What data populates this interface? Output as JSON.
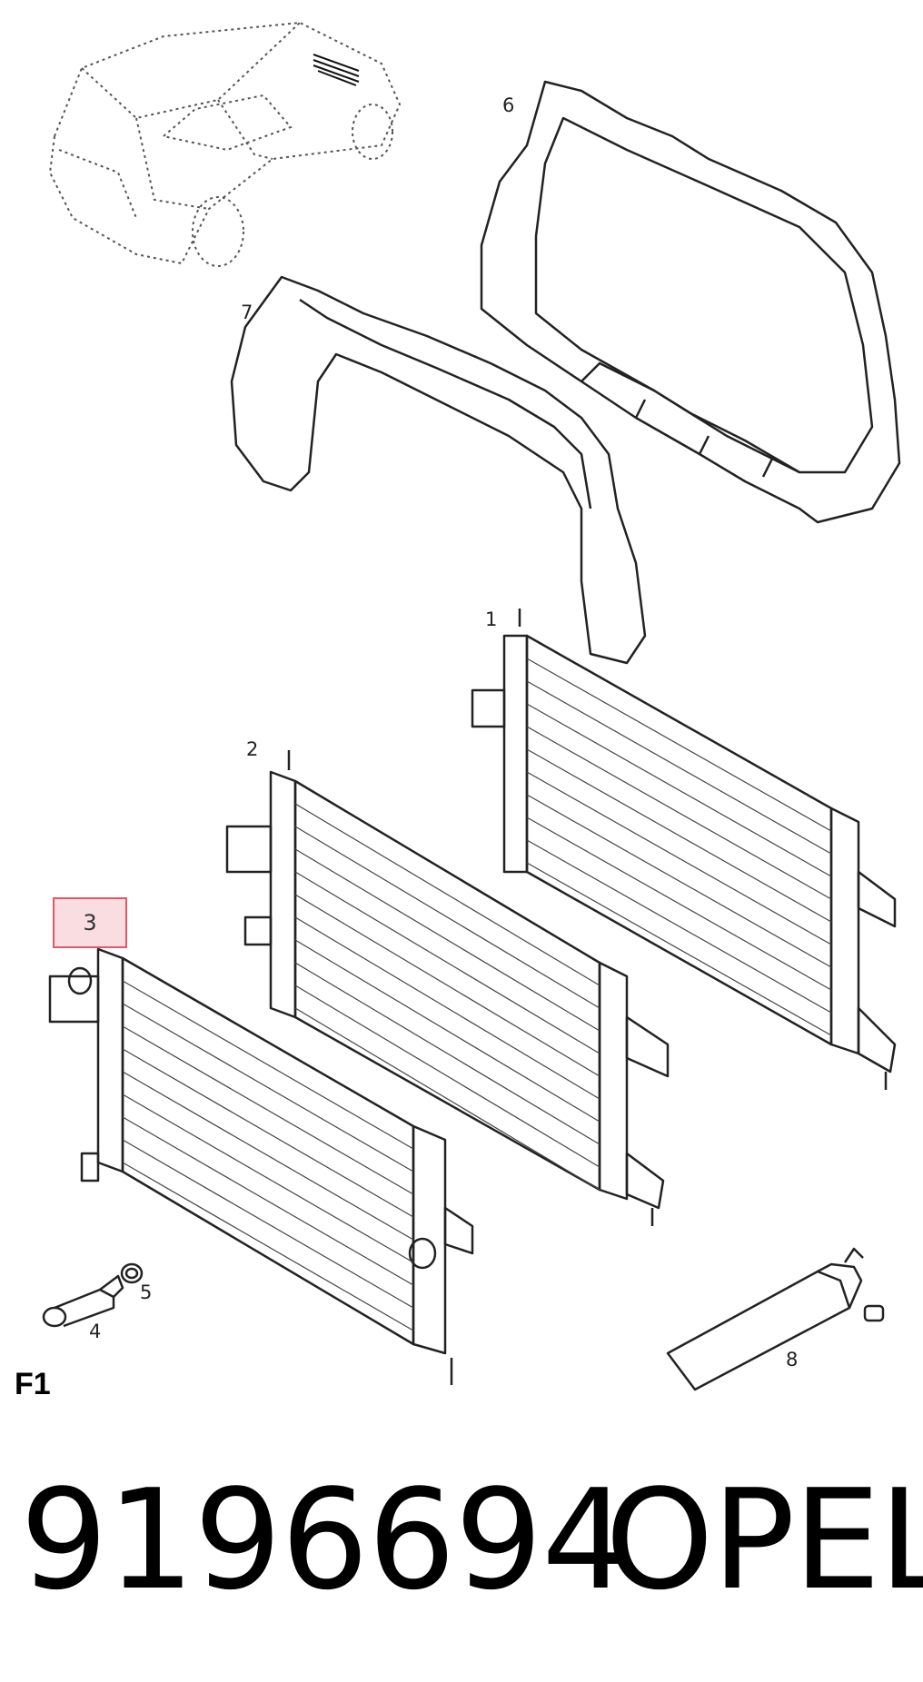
{
  "callouts": {
    "c1": "1",
    "c2": "2",
    "c3": "3",
    "c4": "4",
    "c5": "5",
    "c6": "6",
    "c7": "7",
    "c8": "8"
  },
  "figure_label": "F1",
  "part_number": "9196694",
  "brand": "OPEL",
  "colors": {
    "highlight_border": "#e05a6a",
    "highlight_fill": "#f9dde1",
    "line": "#222222"
  }
}
